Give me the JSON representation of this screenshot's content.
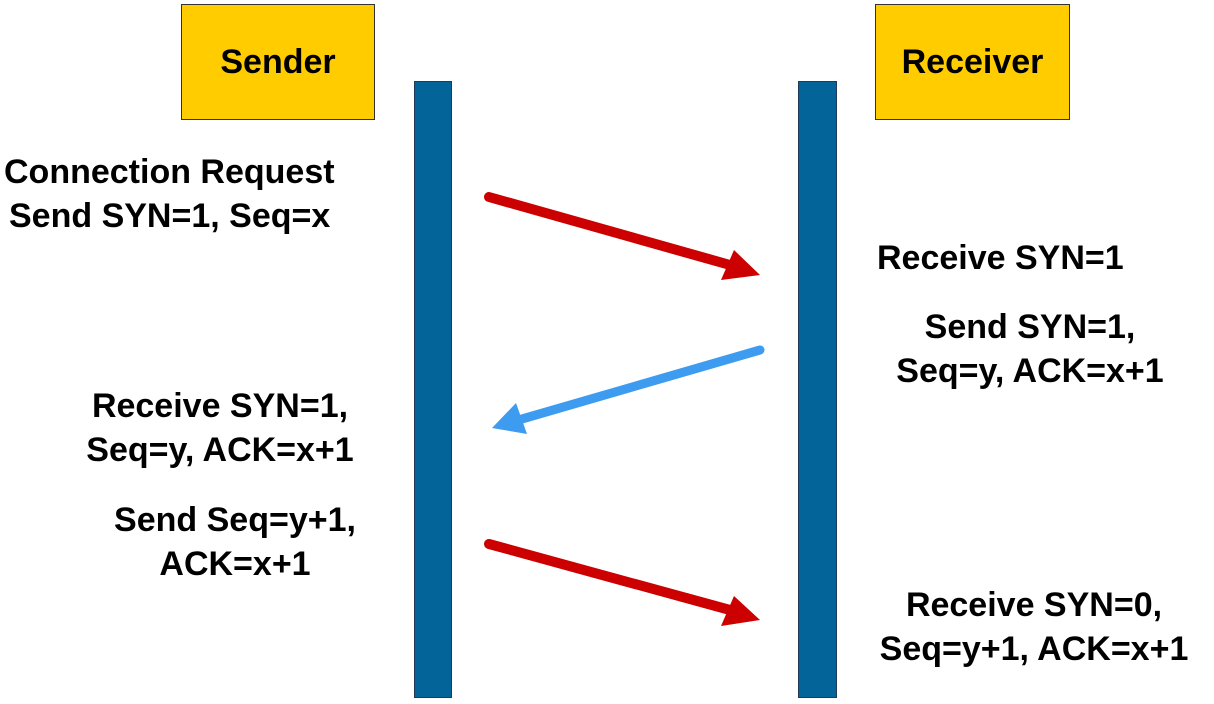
{
  "actors": {
    "sender": "Sender",
    "receiver": "Receiver"
  },
  "steps": {
    "sender_1": [
      "Connection Request",
      "Send SYN=1, Seq=x"
    ],
    "receiver_1": [
      "Receive SYN=1"
    ],
    "receiver_2": [
      "Send SYN=1,",
      "Seq=y, ACK=x+1"
    ],
    "sender_2": [
      "Receive SYN=1,",
      "Seq=y, ACK=x+1"
    ],
    "sender_3": [
      "Send Seq=y+1,",
      "ACK=x+1"
    ],
    "receiver_3": [
      "Receive SYN=0,",
      "Seq=y+1, ACK=x+1"
    ]
  },
  "arrows": [
    {
      "direction": "sender-to-receiver",
      "color": "#cc0000"
    },
    {
      "direction": "receiver-to-sender",
      "color": "#3d9cf0"
    },
    {
      "direction": "sender-to-receiver",
      "color": "#cc0000"
    }
  ]
}
